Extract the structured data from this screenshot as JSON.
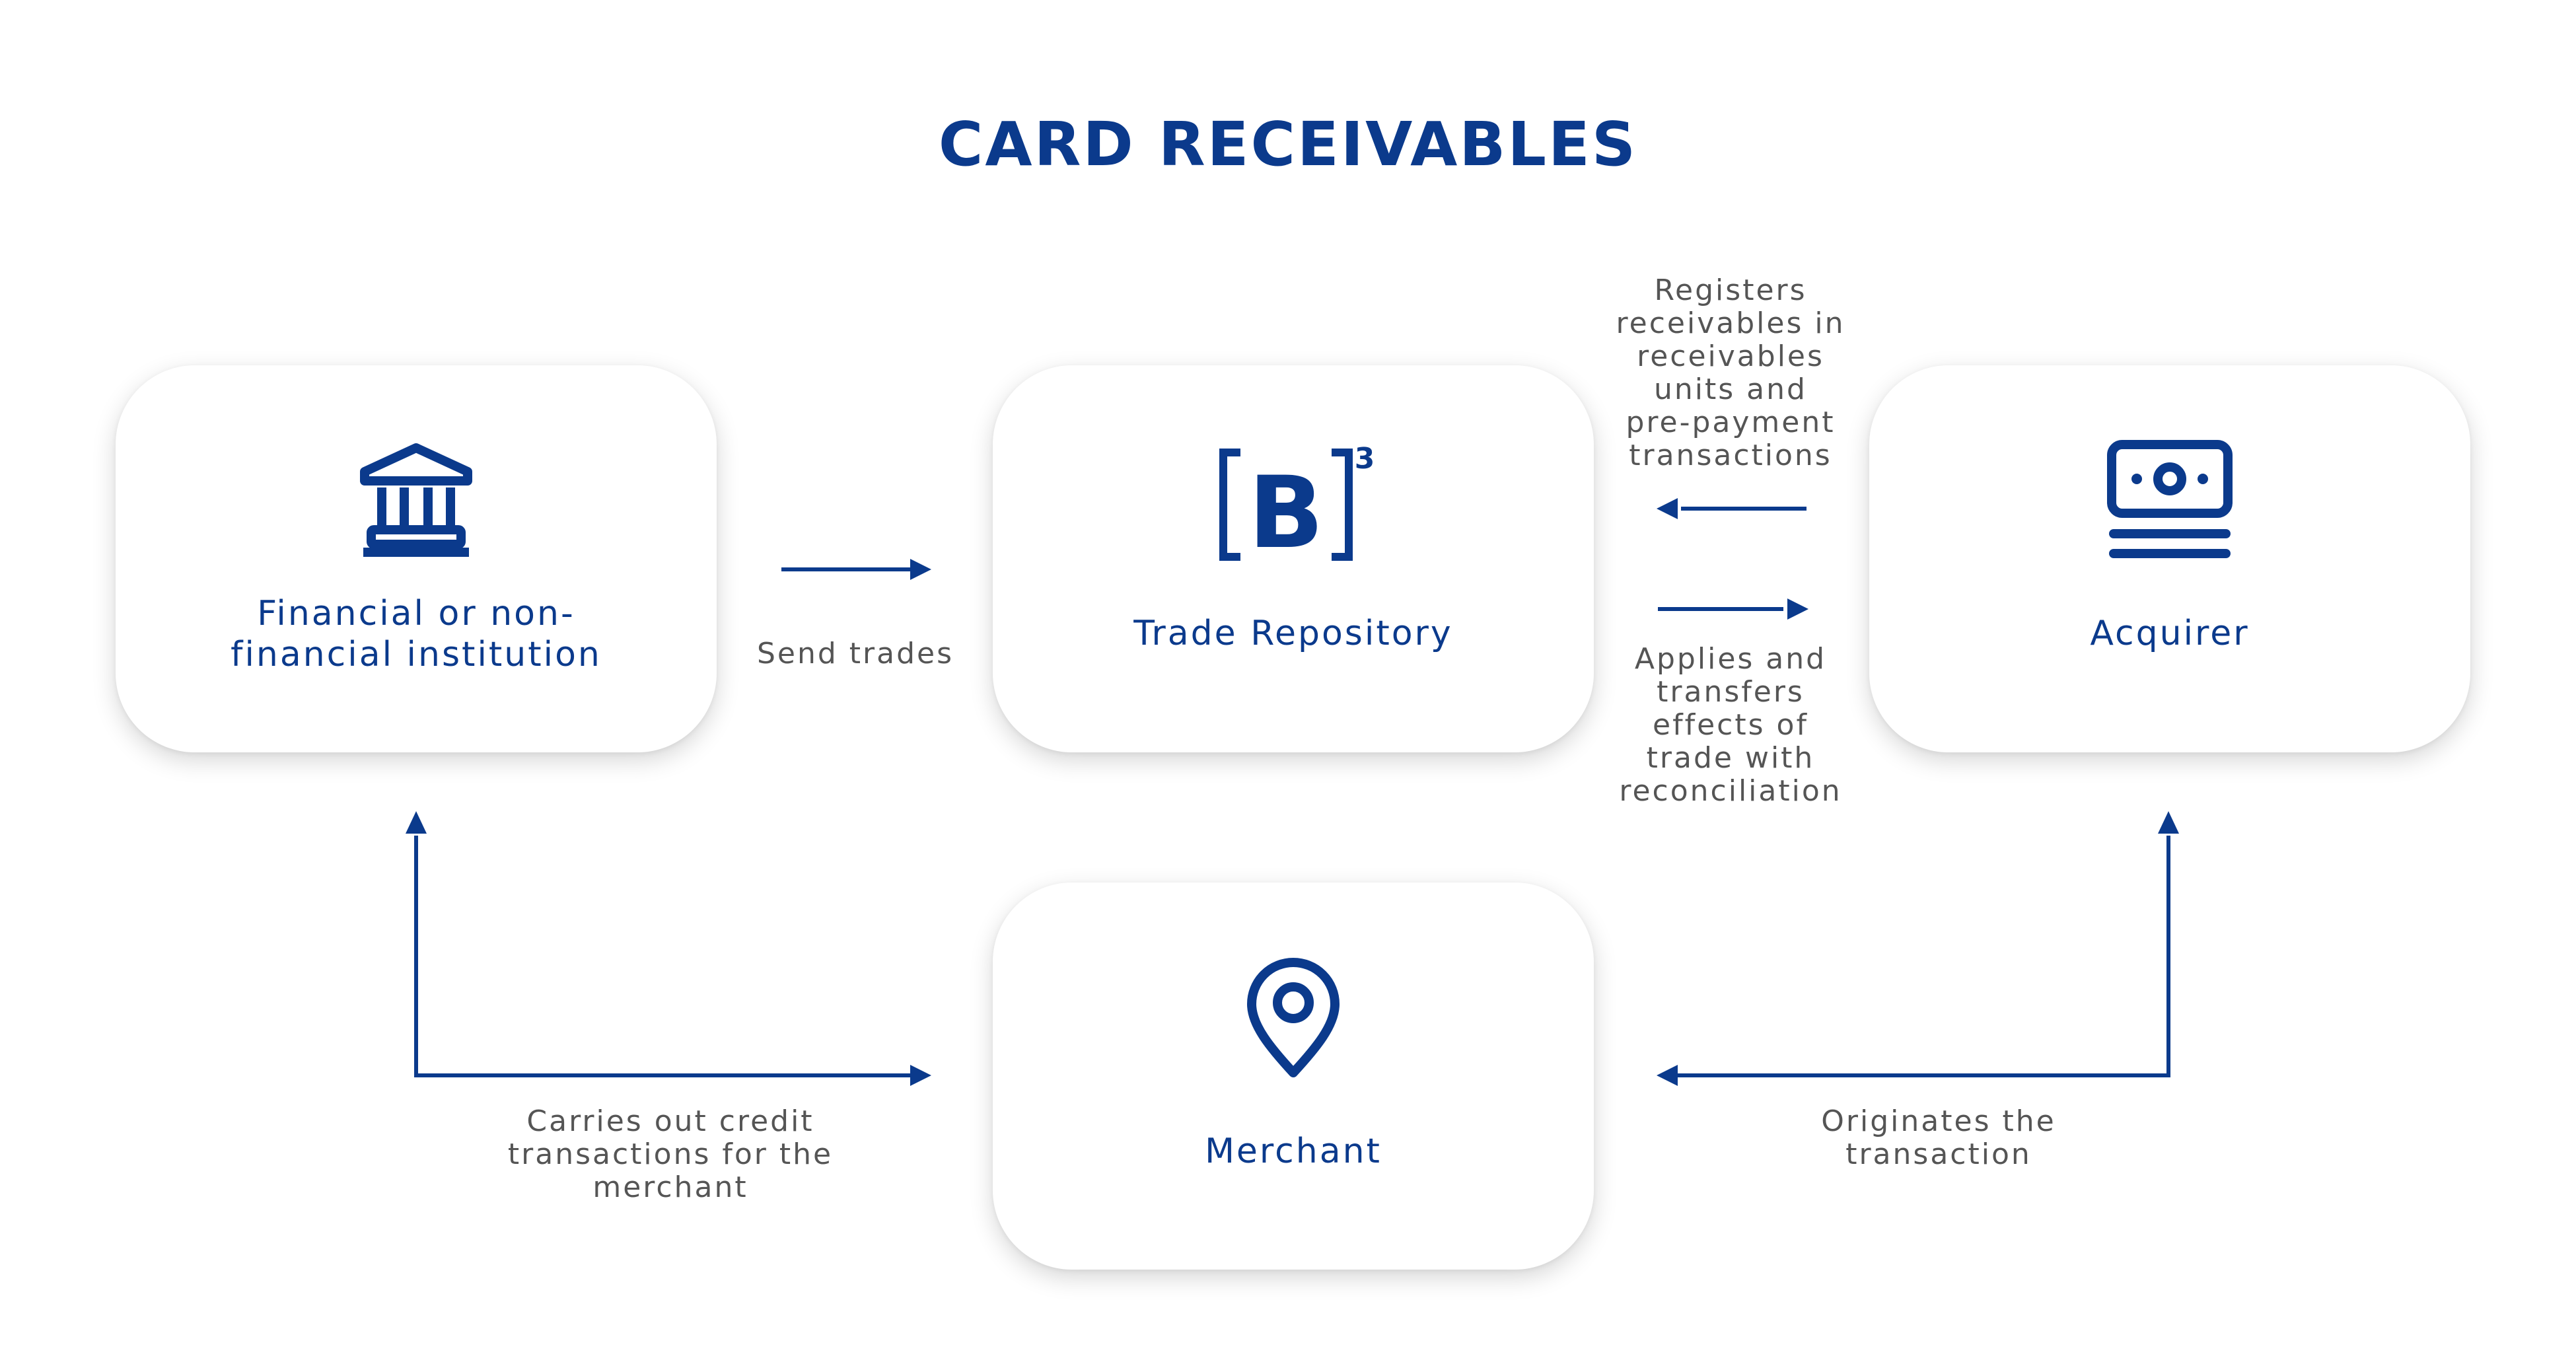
{
  "title": "CARD RECEIVABLES",
  "colors": {
    "primary": "#0b3a8c",
    "note_text": "#555555",
    "card_bg": "#ffffff"
  },
  "nodes": {
    "institution": {
      "label_line1": "Financial or non-",
      "label_line2": "financial institution",
      "icon": "bank-icon"
    },
    "repository": {
      "label": "Trade Repository",
      "icon": "b3-logo",
      "logo_letter": "B",
      "logo_superscript": "3"
    },
    "acquirer": {
      "label": "Acquirer",
      "icon": "money-icon"
    },
    "merchant": {
      "label": "Merchant",
      "icon": "location-pin-icon"
    }
  },
  "edges": {
    "send_trades": {
      "label": "Send trades"
    },
    "registers": {
      "lines": [
        "Registers",
        "receivables in",
        "receivables",
        "units and",
        "pre-payment",
        "transactions"
      ]
    },
    "applies": {
      "lines": [
        "Applies and",
        "transfers",
        "effects of",
        "trade with",
        "reconciliation"
      ]
    },
    "carries_out": {
      "lines": [
        "Carries out credit",
        "transactions for the",
        "merchant"
      ]
    },
    "originates": {
      "lines": [
        "Originates the",
        "transaction"
      ]
    }
  }
}
